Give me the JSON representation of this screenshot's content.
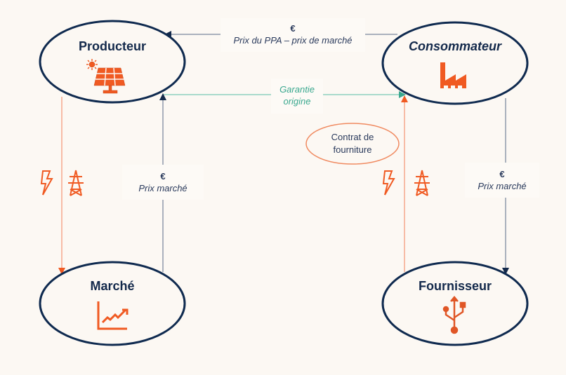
{
  "nodes": {
    "producteur": {
      "label": "Producteur",
      "icon": "solar-panel-icon"
    },
    "consommateur": {
      "label": "Consommateur",
      "icon": "factory-icon"
    },
    "marche": {
      "label": "Marché",
      "icon": "rising-chart-icon"
    },
    "fournisseur": {
      "label": "Fournisseur",
      "icon": "usb-distribution-icon"
    }
  },
  "edges": {
    "ppa_price": {
      "symbol": "€",
      "label": "Prix du PPA – prix de marché",
      "from": "Consommateur",
      "to": "Producteur"
    },
    "guarantee": {
      "line1": "Garantie",
      "line2": "origine",
      "from": "Producteur",
      "to": "Consommateur"
    },
    "market_price_left": {
      "symbol": "€",
      "label": "Prix marché",
      "from": "Marché",
      "to": "Producteur"
    },
    "market_price_right": {
      "symbol": "€",
      "label": "Prix marché",
      "from": "Consommateur",
      "to": "Fournisseur"
    },
    "energy_left": {
      "from": "Producteur",
      "to": "Marché",
      "icons": [
        "lightning-icon",
        "pylon-icon"
      ]
    },
    "energy_right": {
      "from": "Fournisseur",
      "to": "Consommateur",
      "icons": [
        "lightning-icon",
        "pylon-icon"
      ]
    }
  },
  "contract": {
    "line1": "Contrat de",
    "line2": "fourniture"
  },
  "colors": {
    "background": "#fcf8f3",
    "navy": "#0f2a4f",
    "orange": "#f05a22",
    "teal": "#4fb6a0",
    "gray_line": "#8e99ab",
    "light_orange_line": "#f5a78c"
  }
}
